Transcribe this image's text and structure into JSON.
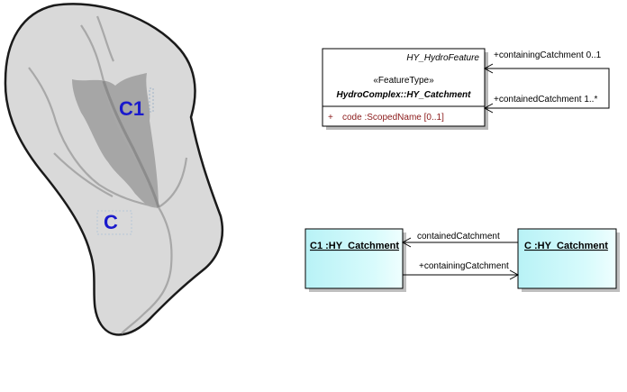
{
  "map": {
    "labels": {
      "c1": "C1",
      "c": "C"
    }
  },
  "class_box": {
    "parent": "HY_HydroFeature",
    "stereotype": "«FeatureType»",
    "name": "HydroComplex::HY_Catchment",
    "attribute": {
      "visibility": "+",
      "text": "code  :ScopedName [0..1]"
    },
    "self_assoc": {
      "top_label": "+containingCatchment 0..1",
      "bottom_label": "+containedCatchment 1..*"
    }
  },
  "object_diagram": {
    "left_object": "C1 :HY_Catchment",
    "right_object": "C :HY_Catchment",
    "upper_link": "containedCatchment",
    "lower_link": "+containingCatchment"
  },
  "colors": {
    "object_fill": "#bff6f8",
    "map_region": "#d9d9d9",
    "map_sub_region": "#a6a6a6",
    "label_blue": "#1a1acc",
    "attribute_maroon": "#8b1a1a"
  }
}
